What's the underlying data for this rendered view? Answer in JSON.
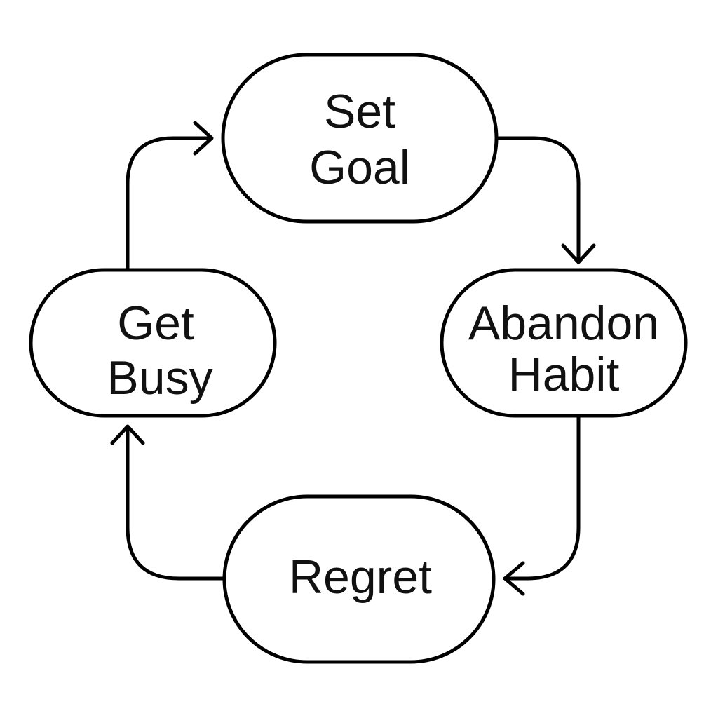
{
  "diagram": {
    "type": "cycle",
    "stroke_color": "#000000",
    "background_color": "#ffffff",
    "nodes": {
      "set_goal": {
        "line1": "Set",
        "line2": "Goal"
      },
      "abandon_habit": {
        "line1": "Abandon",
        "line2": "Habit"
      },
      "regret": {
        "line1": "Regret"
      },
      "get_busy": {
        "line1": "Get",
        "line2": "Busy"
      }
    },
    "flow": [
      "Set Goal",
      "Abandon Habit",
      "Regret",
      "Get Busy",
      "Set Goal"
    ]
  }
}
